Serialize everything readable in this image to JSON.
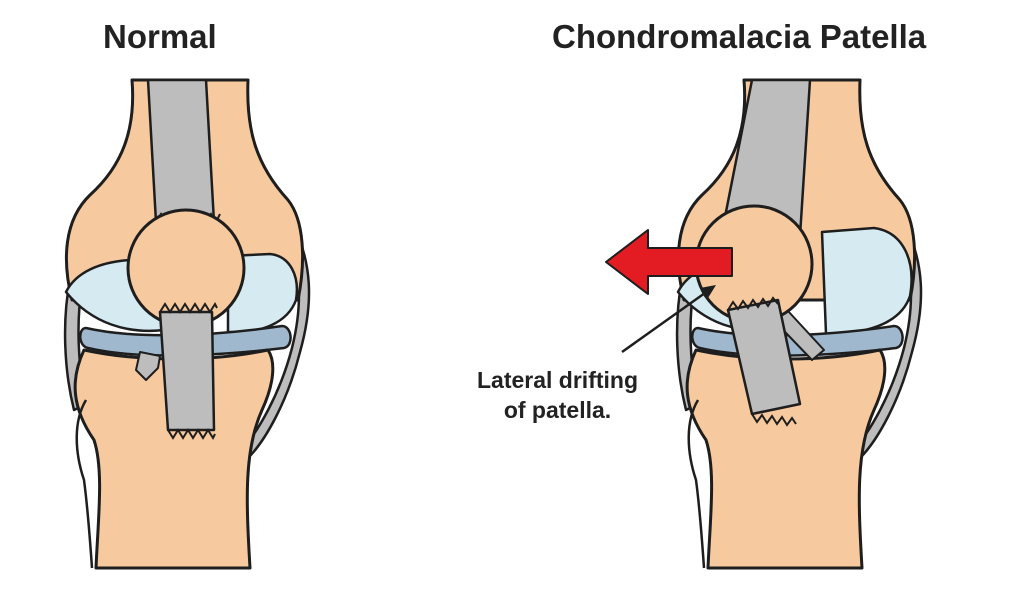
{
  "titles": {
    "normal": "Normal",
    "condition": "Chondromalacia Patella"
  },
  "annotation": {
    "line1": "Lateral drifting",
    "line2": "of patella."
  },
  "colors": {
    "bone": "#F6C99E",
    "cartilage": "#D6EAF2",
    "meniscus": "#9FB8CE",
    "tendon": "#BDBDBD",
    "tendon_dark": "#A8A8A8",
    "outline": "#1E1E1E",
    "arrow": "#E31B23",
    "text": "#222222"
  }
}
